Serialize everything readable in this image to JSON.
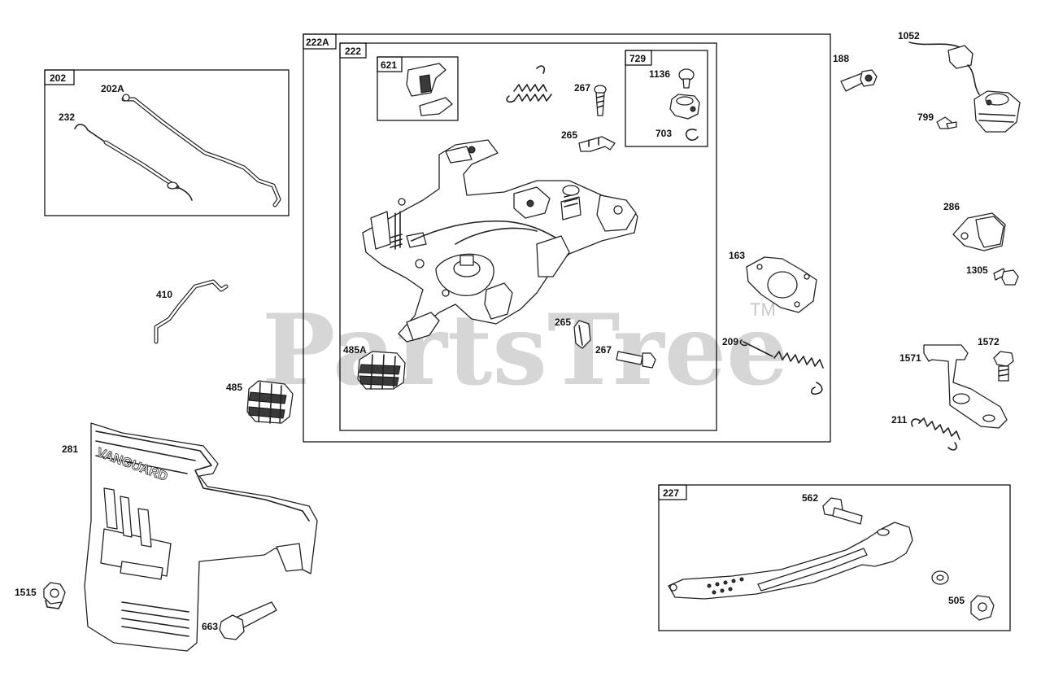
{
  "watermark": {
    "text": "PartsTree",
    "trademark": "TM"
  },
  "frames": {
    "f222A": "222A",
    "f222": "222",
    "f621": "621",
    "f729": "729",
    "f202": "202",
    "f227": "227"
  },
  "labels": {
    "l202A": "202A",
    "l232": "232",
    "l410": "410",
    "l485": "485",
    "l281": "281",
    "l1515": "1515",
    "l663": "663",
    "l267a": "267",
    "l265a": "265",
    "l1136": "1136",
    "l703": "703",
    "l485A": "485A",
    "l265b": "265",
    "l267b": "267",
    "l188": "188",
    "l1052": "1052",
    "l799": "799",
    "l286": "286",
    "l1305": "1305",
    "l163": "163",
    "l209": "209",
    "l1571": "1571",
    "l1572": "1572",
    "l211": "211",
    "l562": "562",
    "l505": "505"
  },
  "decal_text": "VANGUARD",
  "colors": {
    "watermark": "#c9c9c9",
    "line": "#222222"
  }
}
